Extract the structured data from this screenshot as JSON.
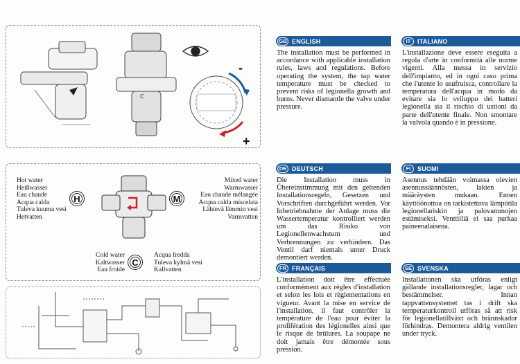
{
  "diagram": {
    "hot_water_labels": [
      "Hot water",
      "Heißwasser",
      "Eau chaude",
      "Acqua calda",
      "Tuleva kuuma vesi",
      "Hetvatten"
    ],
    "mixed_water_labels": [
      "Mixed water",
      "Warmwasser",
      "Eau chaude mélangée",
      "Acqua calda miscelata",
      "Lähtevä lämmin vesi",
      "Varmvatten"
    ],
    "cold_water_labels_left": [
      "Cold water",
      "Kaltwasser",
      "Eau froide"
    ],
    "cold_water_labels_right": [
      "Acqua fredda",
      "Tuleva kylmä vesi",
      "Kallvatten"
    ],
    "letters": {
      "hot": "H",
      "mixed": "M",
      "cold": "C"
    },
    "dial_signs": {
      "minus": "-",
      "plus": "+"
    },
    "accent_colors": {
      "red": "#c8232c",
      "blue": "#1c5a9a"
    }
  },
  "sections": {
    "english": {
      "code": "GB",
      "title": "ENGLISH",
      "text": "The installation must be performed in accordance with applicable installation rules, laws and regulations. Before operating the system, the tap water temperature must be checked to prevent risks of legionella growth and burns. Never dismantle the valve under pressure."
    },
    "italiano": {
      "code": "IT",
      "title": "ITALIANO",
      "text": "L'installazione deve essere eseguita a regola d'arte in conformità alle norme vigenti. Alla messa in servizio dell'impianto, ed in ogni caso prima che l'utente lo usufruisca, controllare la temperatura dell'acqua in modo da evitare sia lo sviluppo dei batteri legionella sia il rischio di ustioni da parte dell'utente finale. Non smontare la valvola quando è in pressione."
    },
    "deutsch": {
      "code": "DE",
      "title": "DEUTSCH",
      "text": "Die Installation muss in Übereinstimmung mit den geltenden Installationsregeln, Gesetzen und Vorschriften durchgeführt werden. Vor Inbetriebnahme der Anlage muss die Wassertemperatur kontrolliert werden um das Risiko von Legionellenwachstum und Verbrennungen zu verhindern. Das Ventil darf niemals unter Druck demontiert werden."
    },
    "suomi": {
      "code": "FI",
      "title": "SUOMI",
      "text": "Asennus tehdään voimassa olevien asennussäännösten, lakien ja määräysten mukaan. Ennen käyttöönottoa on tarkistettava lämpötila legionellariskin ja palovammojen estämiseksi. Venttiiliä ei saa purkaa paineenalaisena."
    },
    "francais": {
      "code": "FR",
      "title": "FRANÇAIS",
      "text": "L'installation doit être effectuée conformément aux règles d'installation et selon les lois et règlementations en vigueur. Avant la mise en service de l'installation, il faut contrôler la température de l'eau pour éviter la prolifération des légionelles ainsi que le risque de brûlures. La soupape ne doit jamais être démontée sous pression."
    },
    "svenska": {
      "code": "SE",
      "title": "SVENSKA",
      "text": "Installationen ska utföras enligt gällande installationsregler, lagar och bestämmelser. Innan tappvattensystemet tas i drift ska temperaturkontroll utföras så att risk för legionellatillväxt och brännskador förhindras. Demontera aldrig ventilen under tryck."
    }
  }
}
